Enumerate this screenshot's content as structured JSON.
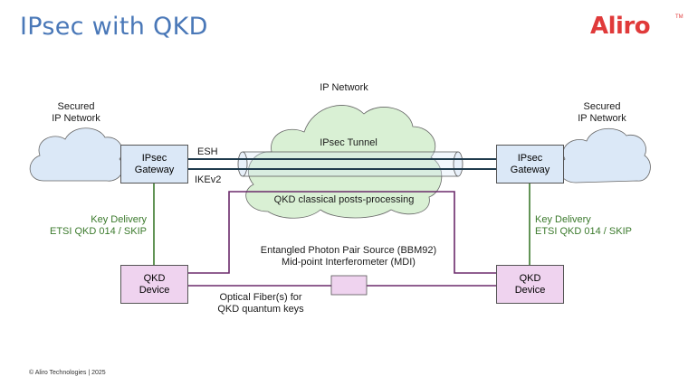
{
  "title": "IPsec with QKD",
  "logo": {
    "text": "Aliro",
    "tm": "TM"
  },
  "footer": "© Aliro Technologies | 2025",
  "labels": {
    "ip_network": "IP Network",
    "secured_left": "Secured\nIP Network",
    "secured_right": "Secured\nIP Network",
    "ipsec_tunnel": "IPsec Tunnel",
    "esh": "ESH",
    "ikev2": "IKEv2",
    "qkd_classical": "QKD classical posts-processing",
    "key_delivery_left": "Key Delivery\nETSI QKD 014 / SKIP",
    "key_delivery_right": "Key Delivery\nETSI QKD 014 / SKIP",
    "source": "Entangled Photon Pair Source (BBM92)\nMid-point Interferometer (MDI)",
    "fiber": "Optical Fiber(s) for\nQKD quantum keys"
  },
  "boxes": {
    "gateway_left": "IPsec\nGateway",
    "gateway_right": "IPsec\nGateway",
    "qkd_left": "QKD\nDevice",
    "qkd_right": "QKD\nDevice"
  },
  "colors": {
    "title": "#4a78b8",
    "logo": "#e03a3a",
    "cloud_blue": "#dbe8f7",
    "cloud_green": "#d9f0d4",
    "gateway": "#dbe8f7",
    "qkd": "#efd3ef",
    "purple_line": "#6b2a6b",
    "green_line": "#3b7a2c",
    "tunnel_line": "#1f3b4d"
  }
}
